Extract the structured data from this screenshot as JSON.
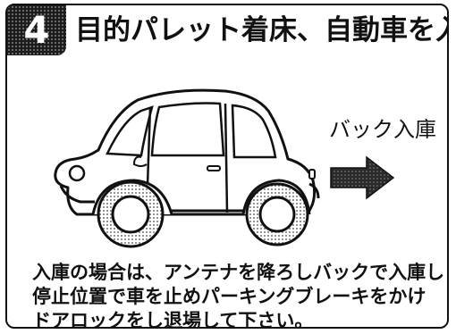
{
  "step": {
    "number": "4",
    "title": "目的パレット着床、自動車を入出庫。"
  },
  "illustration": {
    "car_icon": "car-icon",
    "arrow_icon": "arrow-right-icon",
    "direction_label": "バック入庫"
  },
  "instructions": {
    "lines": [
      "入庫の場合は、アンテナを降ろしバックで入庫し",
      "停止位置で車を止めパーキングブレーキをかけ",
      "ドアロックをし退場して下さい。"
    ]
  }
}
